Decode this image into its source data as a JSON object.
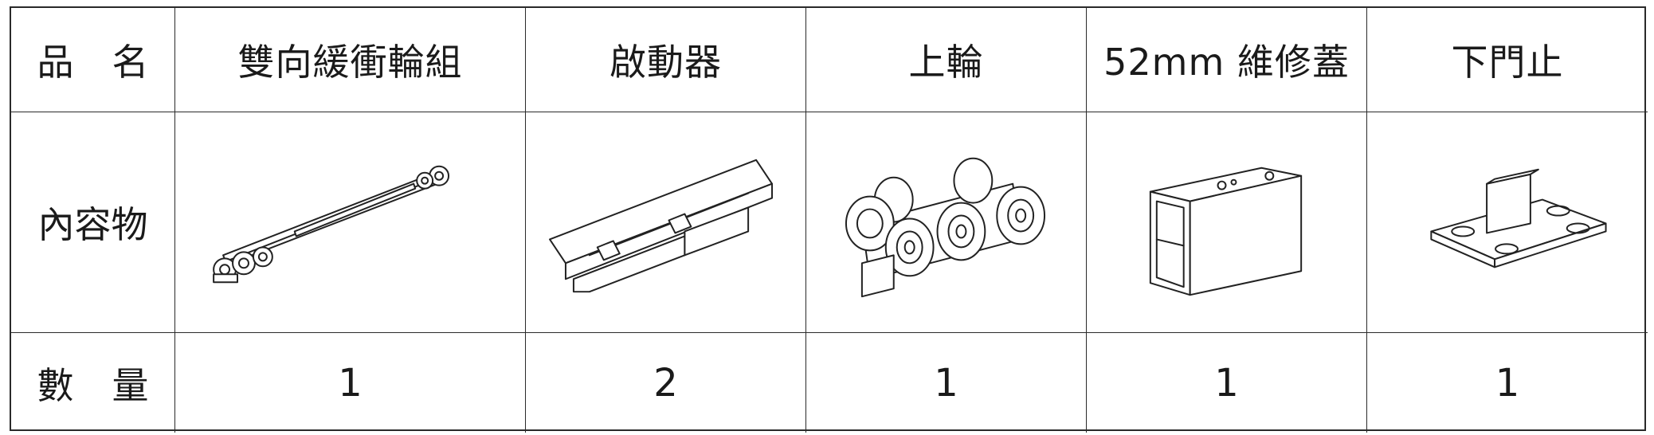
{
  "table": {
    "row_labels": {
      "name": [
        "品",
        "名"
      ],
      "content": "內容物",
      "qty": [
        "數",
        "量"
      ]
    },
    "headers": [
      "雙向緩衝輪組",
      "啟動器",
      "上輪",
      "52mm 維修蓋",
      "下門止"
    ],
    "quantities": [
      "1",
      "2",
      "1",
      "1",
      "1"
    ],
    "items": [
      {
        "icon": "buffer-rail-assembly-icon"
      },
      {
        "icon": "starter-icon"
      },
      {
        "icon": "top-wheel-icon"
      },
      {
        "icon": "maintenance-cover-icon"
      },
      {
        "icon": "bottom-door-stop-icon"
      }
    ]
  }
}
